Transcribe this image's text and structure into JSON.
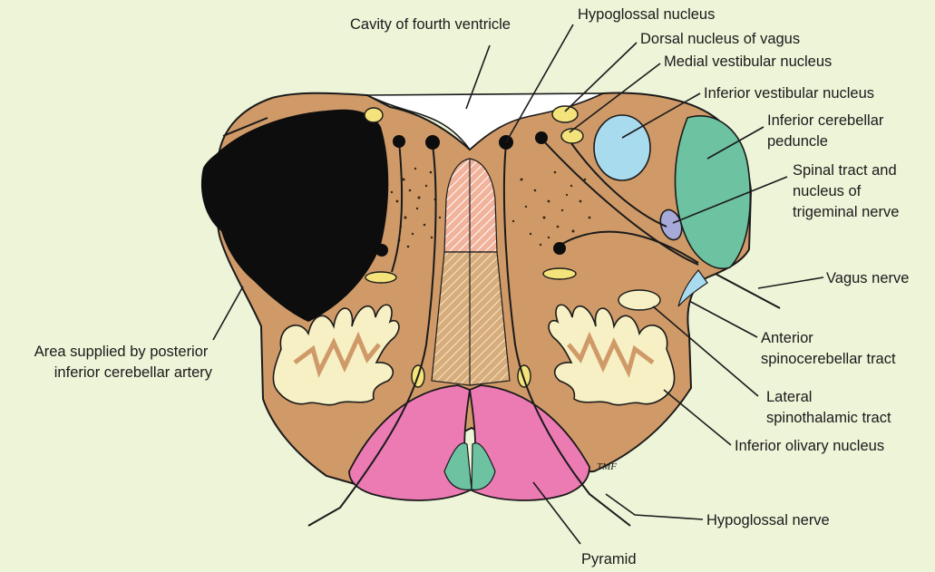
{
  "labels": {
    "cavity_fourth_ventricle": "Cavity of fourth ventricle",
    "hypoglossal_nucleus": "Hypoglossal nucleus",
    "dorsal_nucleus_vagus": "Dorsal nucleus of vagus",
    "medial_vestibular_nucleus": "Medial vestibular nucleus",
    "inferior_vestibular_nucleus": "Inferior vestibular nucleus",
    "inferior_cerebellar_peduncle": [
      "Inferior cerebellar",
      "peduncle"
    ],
    "spinal_tract_trigeminal": [
      "Spinal tract and",
      "nucleus of",
      "trigeminal nerve"
    ],
    "vagus_nerve": "Vagus nerve",
    "anterior_spinocerebellar_tract": [
      "Anterior",
      "spinocerebellar tract"
    ],
    "lateral_spinothalamic_tract": [
      "Lateral",
      "spinothalamic tract"
    ],
    "inferior_olivary_nucleus": "Inferior olivary nucleus",
    "hypoglossal_nerve": "Hypoglossal nerve",
    "pyramid": "Pyramid",
    "pica_area": [
      "Area supplied by posterior",
      "inferior cerebellar artery"
    ]
  },
  "signature": "TMF",
  "colors": {
    "background": "#eef4d8",
    "medulla": "#cf9a68",
    "pica_area": "#0d0d0d",
    "pyramid": "#ec7ab3",
    "peduncle": "#6dc2a2",
    "vestibular_nucleus": "#a9dbee",
    "spinal_trigeminal": "#a7a9d8",
    "olivary_nucleus": "#f6f0c4",
    "tract_oval": "#f3e37a",
    "midline_upper": "#f1b39b",
    "midline_lower": "#d8ad7c",
    "ventricle": "#ffffff"
  }
}
